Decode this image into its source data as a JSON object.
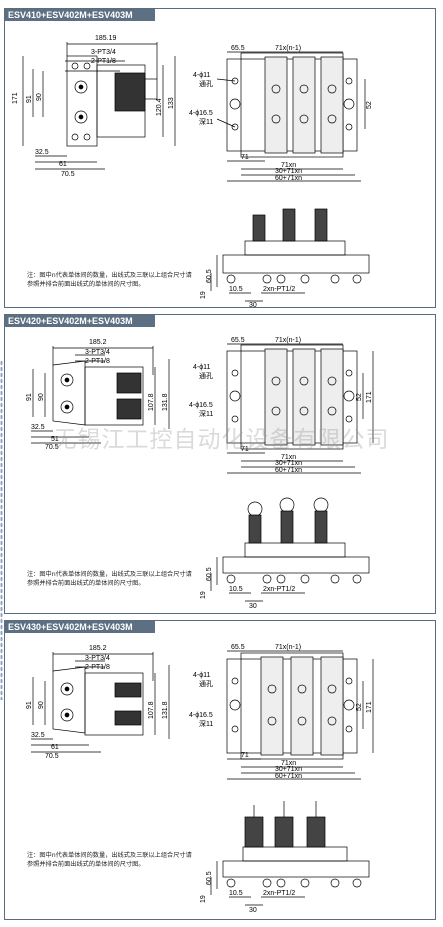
{
  "watermark": "无锡江工控自动化设备有限公司",
  "panels": [
    {
      "title": "ESV410+ESV402M+ESV403M",
      "side": {
        "width": "185.19",
        "port_a": "3-PT3/4",
        "port_b": "2-PT1/8",
        "h1": "171",
        "h2": "91",
        "h3": "90",
        "r1": "120.4",
        "r2": "133",
        "b1": "32.5",
        "b2": "61",
        "b3": "70.5"
      },
      "top": {
        "d1": "65.5",
        "d2": "71x(n-1)",
        "hole1": "4-ϕ11",
        "hole1_sub": "通孔",
        "hole2": "4-ϕ16.5",
        "hole2_sub": "深11",
        "v1": "52",
        "v2": "",
        "b1": "71",
        "b2": "71xn",
        "b3": "30+71xn",
        "b4": "60+71xn"
      },
      "front": {
        "h1": "60.5",
        "h2": "19",
        "b1": "10.5",
        "b2": "30",
        "port": "2xn-PT1/2"
      },
      "note": "注：图中n代表单体间的数量，出线式及三联以上组合尺寸请参照并排合前面出线式的单体间的尺寸图。"
    },
    {
      "title": "ESV420+ESV402M+ESV403M",
      "side": {
        "width": "185.2",
        "port_a": "3-PT3/4",
        "port_b": "2-PT1/8",
        "h1": "",
        "h2": "91",
        "h3": "90",
        "r1": "107.8",
        "r2": "131.8",
        "b1": "32.5",
        "b2": "51",
        "b3": "70.5"
      },
      "top": {
        "d1": "65.5",
        "d2": "71x(n-1)",
        "hole1": "4-ϕ11",
        "hole1_sub": "通孔",
        "hole2": "4-ϕ16.5",
        "hole2_sub": "深11",
        "v1": "52",
        "v2": "171",
        "b1": "71",
        "b2": "71xn",
        "b3": "30+71xn",
        "b4": "60+71xn"
      },
      "front": {
        "h1": "60.5",
        "h2": "19",
        "b1": "10.5",
        "b2": "30",
        "port": "2xn-PT1/2"
      },
      "note": "注：图中n代表单体间的数量，出线式及三联以上组合尺寸请参照并排合前面出线式的单体间的尺寸图。"
    },
    {
      "title": "ESV430+ESV402M+ESV403M",
      "side": {
        "width": "185.2",
        "port_a": "3-PT3/4",
        "port_b": "2-PT1/8",
        "h1": "",
        "h2": "91",
        "h3": "90",
        "r1": "107.8",
        "r2": "131.8",
        "b1": "32.5",
        "b2": "61",
        "b3": "70.5"
      },
      "top": {
        "d1": "65.5",
        "d2": "71x(n-1)",
        "hole1": "4-ϕ11",
        "hole1_sub": "通孔",
        "hole2": "4-ϕ16.5",
        "hole2_sub": "深11",
        "v1": "52",
        "v2": "171",
        "b1": "71",
        "b2": "71xn",
        "b3": "30+71xn",
        "b4": "60+71xn"
      },
      "front": {
        "h1": "60.5",
        "h2": "19",
        "b1": "10.5",
        "b2": "30",
        "port": "2xn-PT1/2"
      },
      "note": "注：图中n代表单体间的数量，出线式及三联以上组合尺寸请参照并排合前面出线式的单体间的尺寸图。"
    }
  ]
}
